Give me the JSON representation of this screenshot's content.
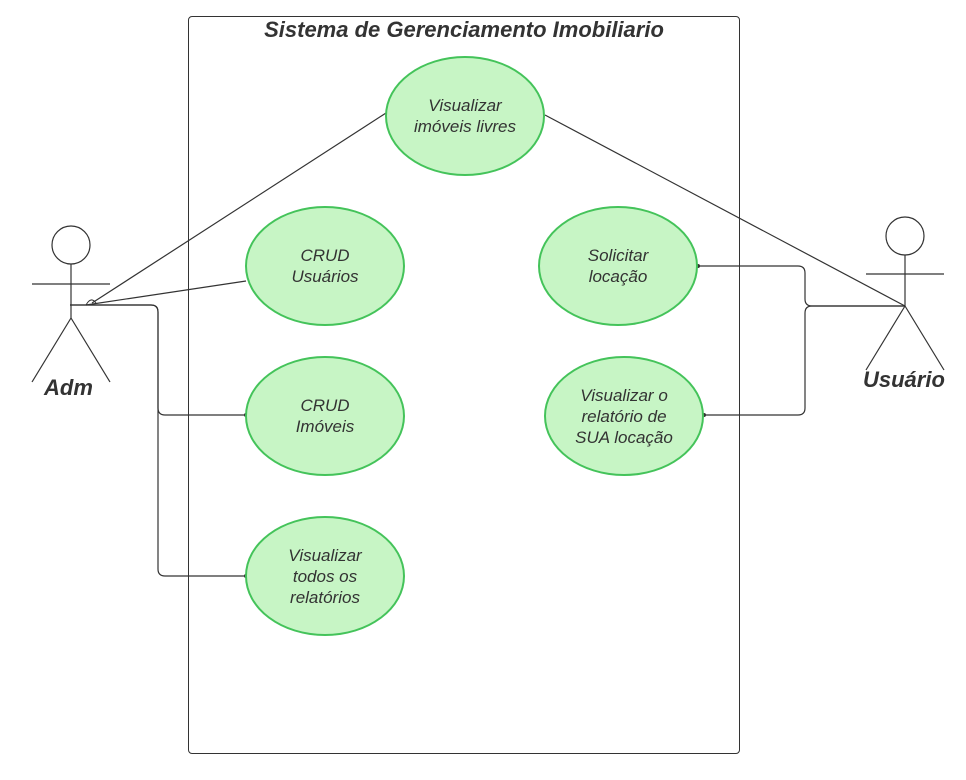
{
  "system": {
    "title": "Sistema de Gerenciamento Imobiliario"
  },
  "actors": {
    "adm": {
      "name": "Adm"
    },
    "usuario": {
      "name": "Usuário"
    }
  },
  "use_cases": {
    "visualizar_imoveis_livres": {
      "label": "Visualizar\nimóveis livres"
    },
    "crud_usuarios": {
      "label": "CRUD\nUsuários"
    },
    "crud_imoveis": {
      "label": "CRUD\nImóveis"
    },
    "visualizar_todos_relatorios": {
      "label": "Visualizar\ntodos os\nrelatórios"
    },
    "solicitar_locacao": {
      "label": "Solicitar\nlocação"
    },
    "visualizar_relatorio_sua_locacao": {
      "label": "Visualizar o\nrelatório de\nSUA locação"
    }
  },
  "colors": {
    "usecase_fill": "#c7f5c5",
    "usecase_border": "#44c35a",
    "line": "#333333"
  }
}
